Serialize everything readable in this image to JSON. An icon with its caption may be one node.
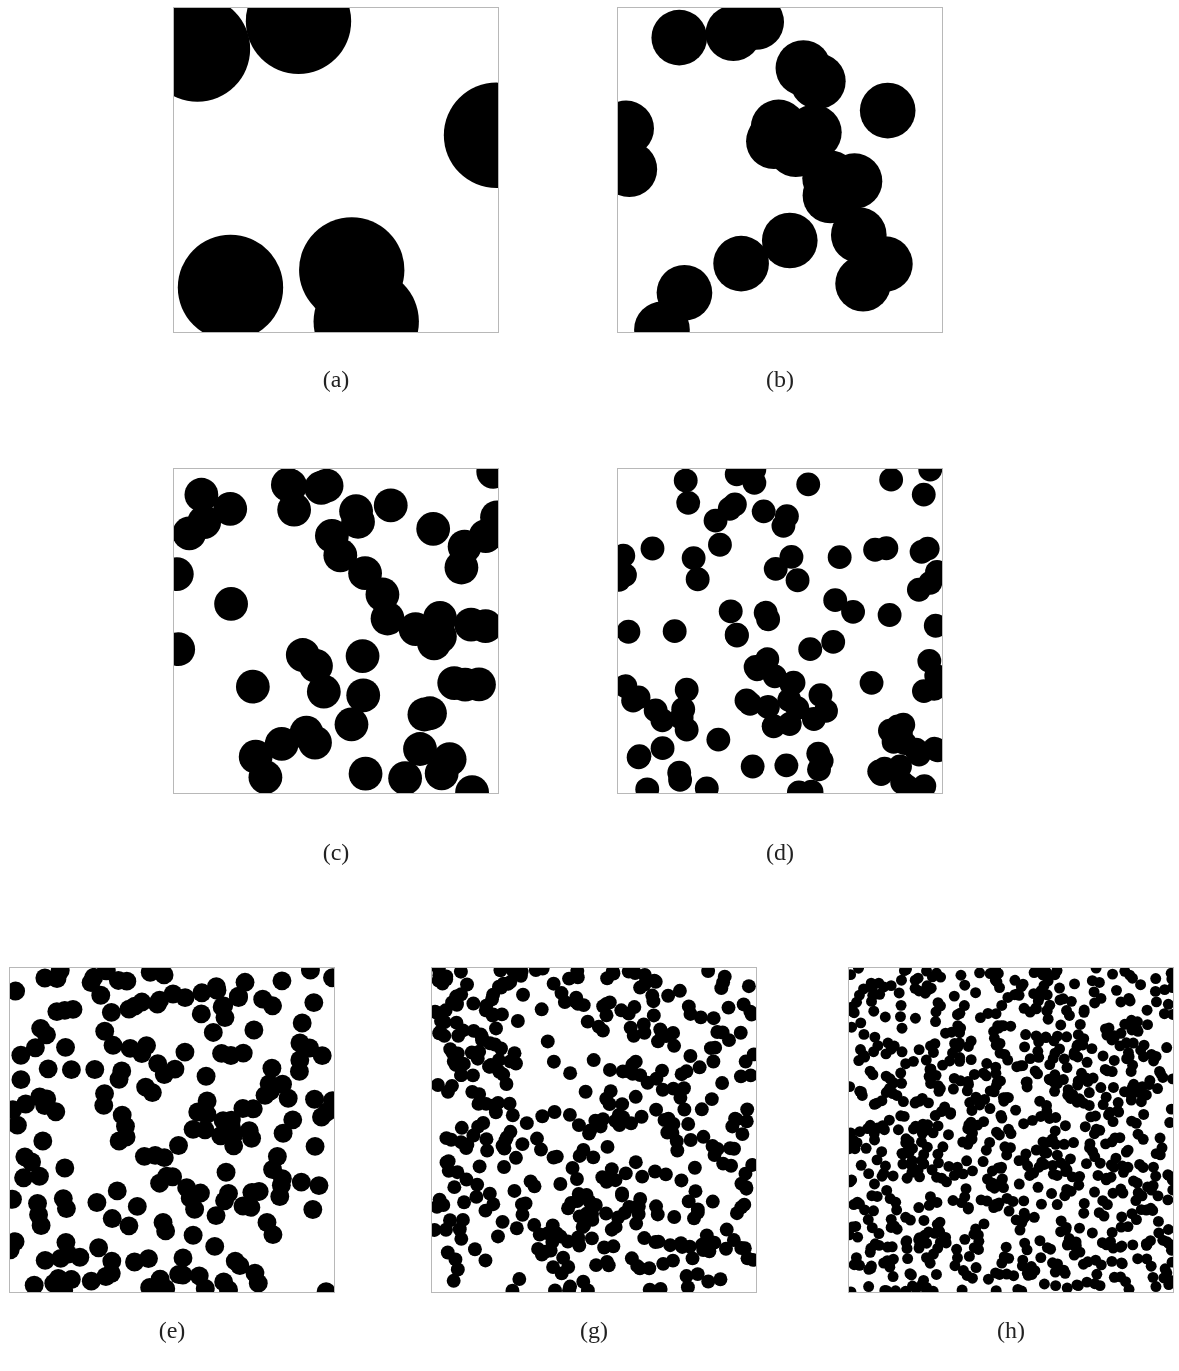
{
  "diagram": {
    "labels": [
      "(a)",
      "(b)",
      "(c)",
      "(d)",
      "(e)",
      "(g)",
      "(h)"
    ]
  }
}
